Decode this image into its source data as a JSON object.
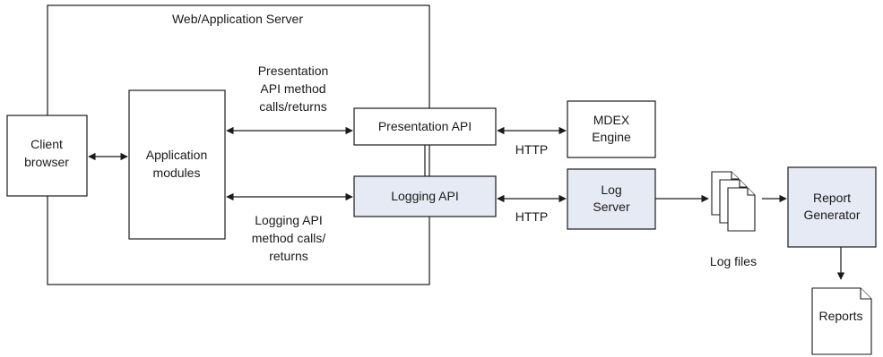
{
  "server": {
    "title": "Web/Application Server"
  },
  "client": {
    "line1": "Client",
    "line2": "browser"
  },
  "app_modules": {
    "line1": "Application",
    "line2": "modules"
  },
  "presentation_api": {
    "label": "Presentation API"
  },
  "logging_api": {
    "label": "Logging API"
  },
  "mdex": {
    "line1": "MDEX",
    "line2": "Engine"
  },
  "log_server": {
    "line1": "Log",
    "line2": "Server"
  },
  "report_generator": {
    "line1": "Report",
    "line2": "Generator"
  },
  "presentation_calls": {
    "line1": "Presentation",
    "line2": "API method",
    "line3": "calls/returns"
  },
  "logging_calls": {
    "line1": "Logging API",
    "line2": "method calls/",
    "line3": "returns"
  },
  "http_top": "HTTP",
  "http_bottom": "HTTP",
  "log_files": "Log files",
  "reports": "Reports",
  "colors": {
    "shaded_box": "#e6eaf4",
    "line": "#1a1a1a",
    "background": "#ffffff"
  }
}
